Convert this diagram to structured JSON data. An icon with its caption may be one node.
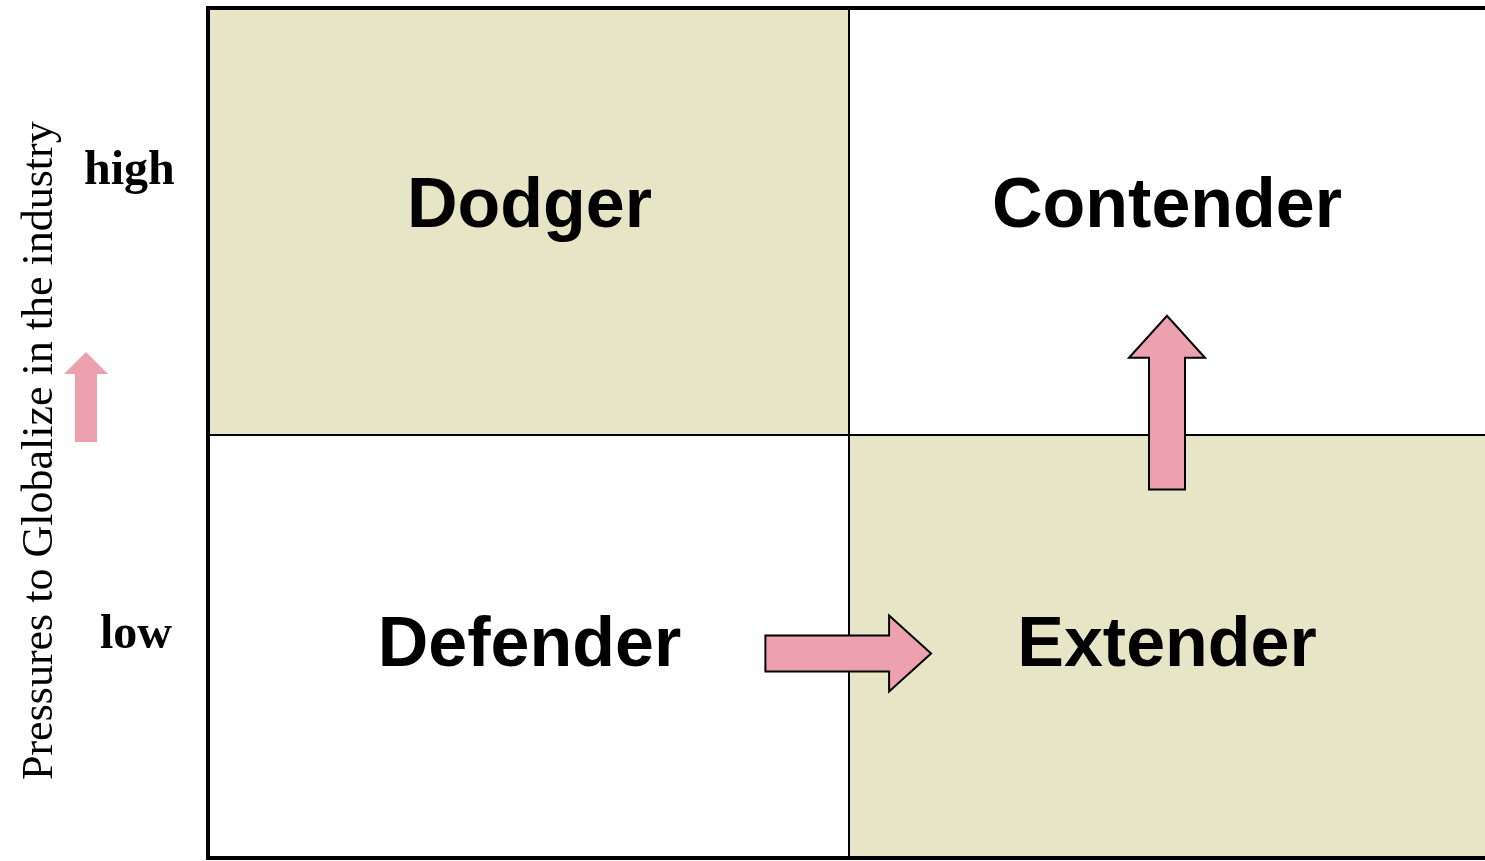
{
  "diagram": {
    "nodes": [
      {
        "text": [
          "Dodger"
        ]
      },
      {
        "text": [
          "Contender"
        ]
      },
      {
        "text": [
          "Defender"
        ]
      },
      {
        "text": [
          "Extender"
        ]
      }
    ],
    "edges": [
      {
        "from": 2,
        "to": 3,
        "arrow": "to"
      },
      {
        "from": 3,
        "to": 1,
        "arrow": "to"
      }
    ],
    "labels": [
      "high",
      "low",
      "Pressures to Globalize in the industry"
    ]
  }
}
